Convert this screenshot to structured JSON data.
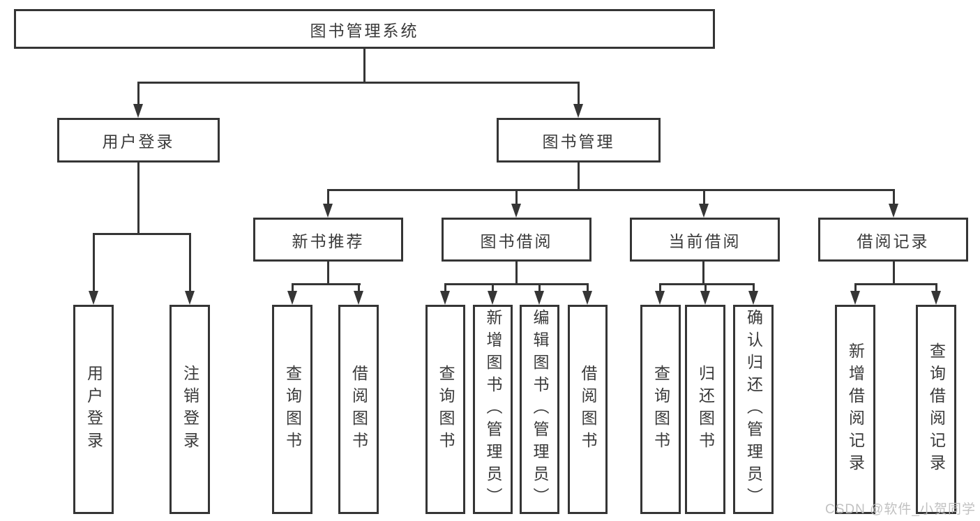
{
  "tree": {
    "label": "图书管理系统",
    "children": [
      {
        "label": "用户登录",
        "children": [
          {
            "label": "用户登录"
          },
          {
            "label": "注销登录"
          }
        ]
      },
      {
        "label": "图书管理",
        "children": [
          {
            "label": "新书推荐",
            "children": [
              {
                "label": "查询图书"
              },
              {
                "label": "借阅图书"
              }
            ]
          },
          {
            "label": "图书借阅",
            "children": [
              {
                "label": "查询图书"
              },
              {
                "label": "新增图书（管理员）"
              },
              {
                "label": "编辑图书（管理员）"
              },
              {
                "label": "借阅图书"
              }
            ]
          },
          {
            "label": "当前借阅",
            "children": [
              {
                "label": "查询图书"
              },
              {
                "label": "归还图书"
              },
              {
                "label": "确认归还（管理员）"
              }
            ]
          },
          {
            "label": "借阅记录",
            "children": [
              {
                "label": "新增借阅记录"
              },
              {
                "label": "查询借阅记录"
              }
            ]
          }
        ]
      }
    ]
  },
  "colors": {
    "line": "#353535",
    "text": "#3a3a3a",
    "background": "#ffffff",
    "watermark": "#bebebe"
  },
  "watermark": "CSDN @软件_小贺同学"
}
